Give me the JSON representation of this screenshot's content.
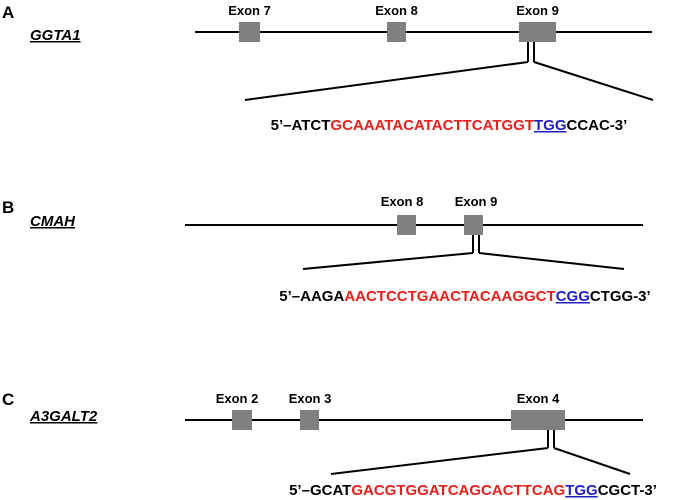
{
  "colors": {
    "exon": "#808080",
    "line": "#000000",
    "flank": "#000000",
    "target": "#e8201c",
    "pam": "#1f1fc4"
  },
  "panels": [
    {
      "letter": "A",
      "gene": "GGTA1",
      "exons": [
        {
          "label": "Exon 7"
        },
        {
          "label": "Exon 8"
        },
        {
          "label": "Exon 9"
        }
      ],
      "sequence": {
        "prefix": "5’–ATCT",
        "target": "GCAAATACATACTTCATGGT",
        "pam": "TGG",
        "suffix": "CCAC-3’"
      }
    },
    {
      "letter": "B",
      "gene": "CMAH",
      "exons": [
        {
          "label": "Exon 8"
        },
        {
          "label": "Exon 9"
        }
      ],
      "sequence": {
        "prefix": "5’–AAGA",
        "target": "AACTCCTGAACTACAAGGCT",
        "pam": "CGG",
        "suffix": "CTGG-3’"
      }
    },
    {
      "letter": "C",
      "gene": "A3GALT2",
      "exons": [
        {
          "label": "Exon 2"
        },
        {
          "label": "Exon 3"
        },
        {
          "label": "Exon 4"
        }
      ],
      "sequence": {
        "prefix": "5’–GCAT",
        "target": "GACGTGGATCAGCACTTCAG",
        "pam": "TGG",
        "suffix": "CGCT-3’"
      }
    }
  ]
}
